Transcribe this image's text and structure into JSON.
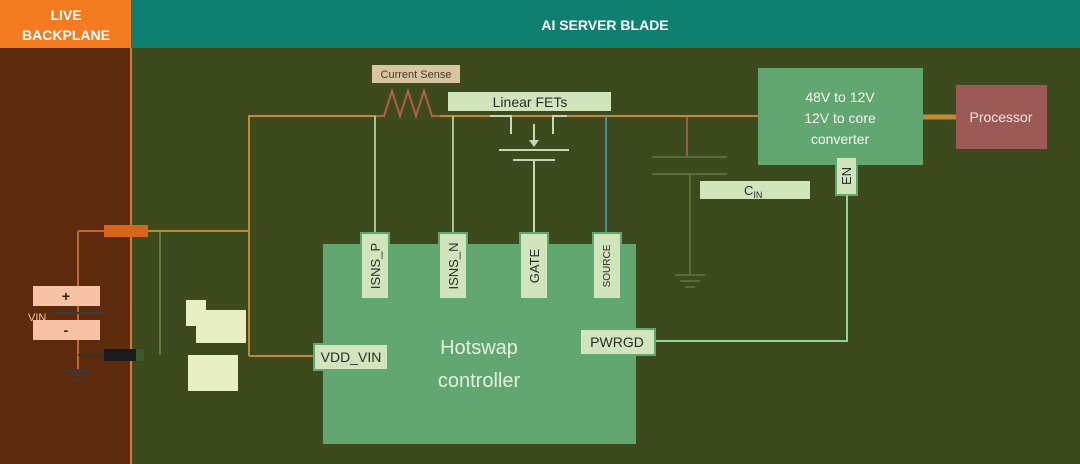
{
  "headers": {
    "left": [
      "LIVE",
      "BACKPLANE"
    ],
    "right": "AI SERVER BLADE"
  },
  "labels": {
    "current_sense": "Current Sense",
    "linear_fets": "Linear FETs",
    "converter": [
      "48V to 12V",
      "12V to core",
      "converter"
    ],
    "processor": "Processor",
    "enable": "EN",
    "cin_main": "C",
    "cin_sub": "IN",
    "vin": "VIN",
    "plus": "+",
    "minus": "-"
  },
  "controller": {
    "title_lines": [
      "Hotswap",
      "controller"
    ],
    "pins": {
      "isns_p": "ISNS_P",
      "isns_n": "ISNS_N",
      "gate": "GATE",
      "source": "SOURCE",
      "vdd_vin": "VDD_VIN",
      "pwrgd": "PWRGD"
    }
  },
  "colors": {
    "background": "#3d4a1d",
    "backplane": "#5e2a0e",
    "left_header": "#f47b20",
    "right_header": "#0f8070",
    "block_green": "#62a672",
    "pin_fill": "#d1e5bd",
    "processor": "#9c5a56",
    "power_rail": "#c5892d"
  }
}
